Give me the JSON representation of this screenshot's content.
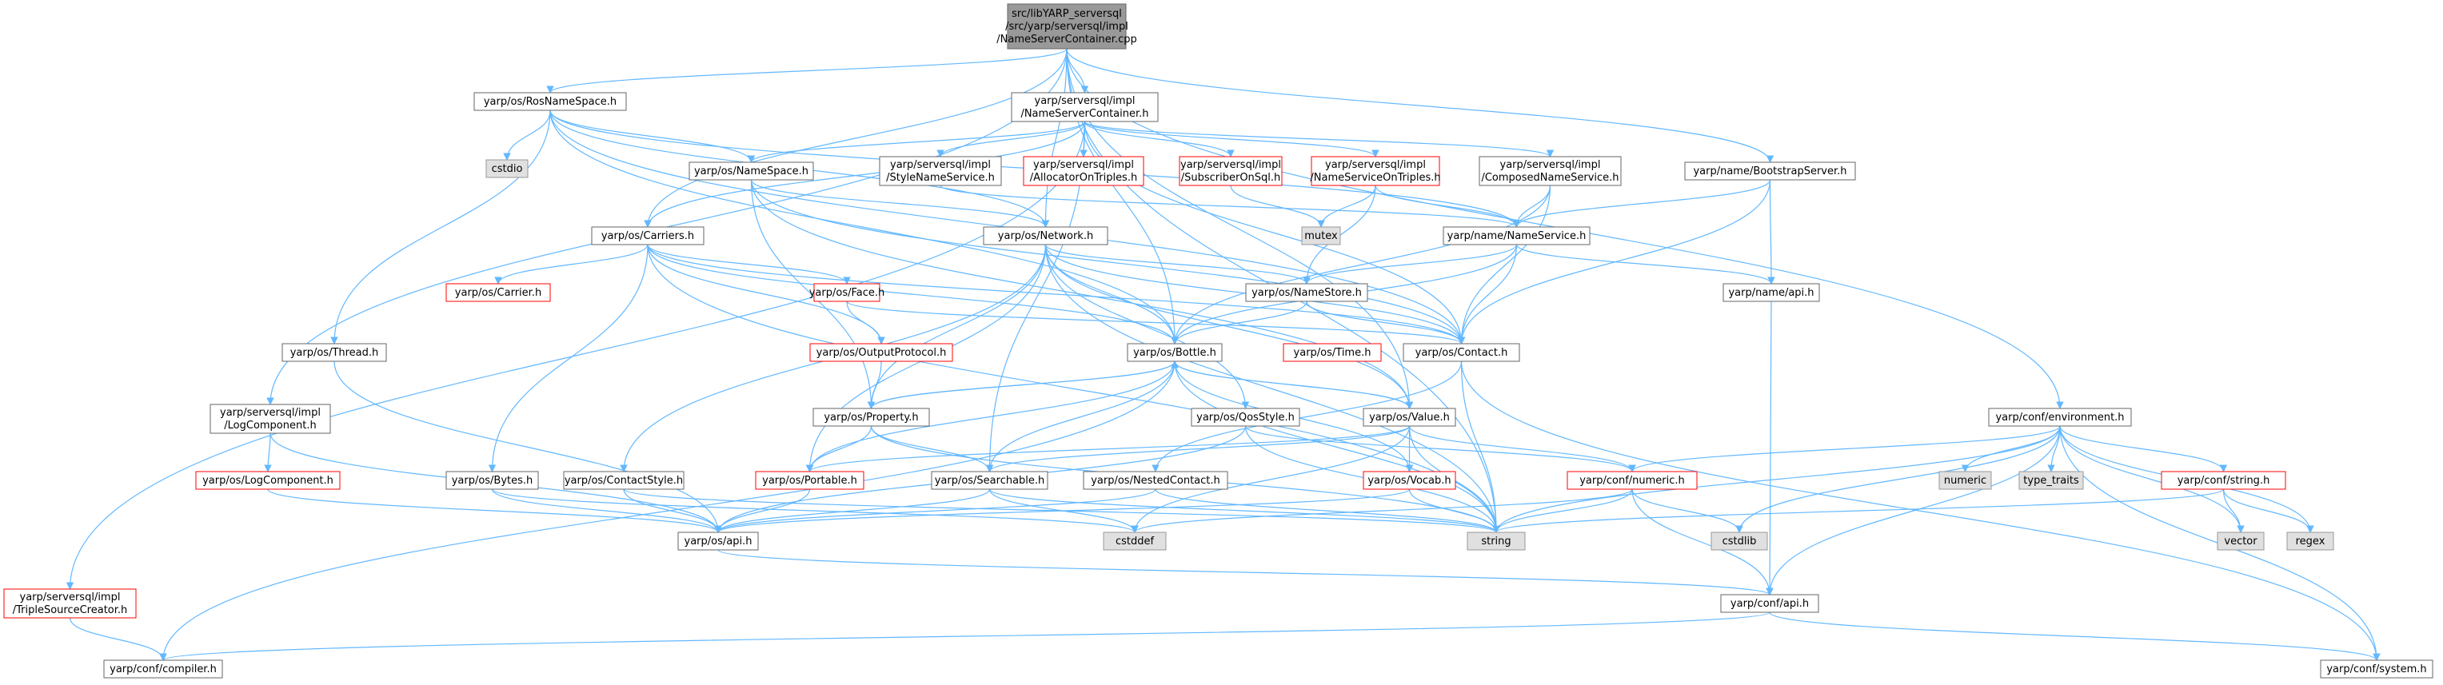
{
  "colors": {
    "edge": "#63b8ff",
    "root_fill": "#999999",
    "normal_fill": "#ffffff",
    "normal_stroke": "#666666",
    "red_stroke": "#ff0000",
    "system_fill": "#e0e0e0",
    "system_stroke": "#999999",
    "text": "#000000"
  },
  "nodes": [
    {
      "id": "root",
      "kind": "root",
      "lines": [
        "src/libYARP_serversql",
        "/src/yarp/serversql/impl",
        "/NameServerContainer.cpp"
      ]
    },
    {
      "id": "rosns",
      "kind": "normal",
      "lines": [
        "yarp/os/RosNameSpace.h"
      ]
    },
    {
      "id": "nsc",
      "kind": "normal",
      "lines": [
        "yarp/serversql/impl",
        "/NameServerContainer.h"
      ]
    },
    {
      "id": "bootstrap",
      "kind": "normal",
      "lines": [
        "yarp/name/BootstrapServer.h"
      ]
    },
    {
      "id": "cstdio",
      "kind": "system",
      "lines": [
        "cstdio"
      ]
    },
    {
      "id": "nsh",
      "kind": "normal",
      "lines": [
        "yarp/os/NameSpace.h"
      ]
    },
    {
      "id": "style",
      "kind": "normal",
      "lines": [
        "yarp/serversql/impl",
        "/StyleNameService.h"
      ]
    },
    {
      "id": "alloc",
      "kind": "red",
      "lines": [
        "yarp/serversql/impl",
        "/AllocatorOnTriples.h"
      ]
    },
    {
      "id": "sub",
      "kind": "red",
      "lines": [
        "yarp/serversql/impl",
        "/SubscriberOnSql.h"
      ]
    },
    {
      "id": "nsot",
      "kind": "red",
      "lines": [
        "yarp/serversql/impl",
        "/NameServiceOnTriples.h"
      ]
    },
    {
      "id": "comp",
      "kind": "normal",
      "lines": [
        "yarp/serversql/impl",
        "/ComposedNameService.h"
      ]
    },
    {
      "id": "mutex",
      "kind": "system",
      "lines": [
        "mutex"
      ]
    },
    {
      "id": "network",
      "kind": "normal",
      "lines": [
        "yarp/os/Network.h"
      ]
    },
    {
      "id": "carriers",
      "kind": "normal",
      "lines": [
        "yarp/os/Carriers.h"
      ]
    },
    {
      "id": "nameservice",
      "kind": "normal",
      "lines": [
        "yarp/name/NameService.h"
      ]
    },
    {
      "id": "carrier",
      "kind": "red",
      "lines": [
        "yarp/os/Carrier.h"
      ]
    },
    {
      "id": "face",
      "kind": "red",
      "lines": [
        "yarp/os/Face.h"
      ]
    },
    {
      "id": "namestore",
      "kind": "normal",
      "lines": [
        "yarp/os/NameStore.h"
      ]
    },
    {
      "id": "nameapi",
      "kind": "normal",
      "lines": [
        "yarp/name/api.h"
      ]
    },
    {
      "id": "thread",
      "kind": "normal",
      "lines": [
        "yarp/os/Thread.h"
      ]
    },
    {
      "id": "outproto",
      "kind": "red",
      "lines": [
        "yarp/os/OutputProtocol.h"
      ]
    },
    {
      "id": "bottle",
      "kind": "normal",
      "lines": [
        "yarp/os/Bottle.h"
      ]
    },
    {
      "id": "time",
      "kind": "red",
      "lines": [
        "yarp/os/Time.h"
      ]
    },
    {
      "id": "contact",
      "kind": "normal",
      "lines": [
        "yarp/os/Contact.h"
      ]
    },
    {
      "id": "logcomp",
      "kind": "normal",
      "lines": [
        "yarp/serversql/impl",
        "/LogComponent.h"
      ]
    },
    {
      "id": "property",
      "kind": "normal",
      "lines": [
        "yarp/os/Property.h"
      ]
    },
    {
      "id": "qos",
      "kind": "normal",
      "lines": [
        "yarp/os/QosStyle.h"
      ]
    },
    {
      "id": "value",
      "kind": "normal",
      "lines": [
        "yarp/os/Value.h"
      ]
    },
    {
      "id": "env",
      "kind": "normal",
      "lines": [
        "yarp/conf/environment.h"
      ]
    },
    {
      "id": "oslog",
      "kind": "red",
      "lines": [
        "yarp/os/LogComponent.h"
      ]
    },
    {
      "id": "bytes",
      "kind": "normal",
      "lines": [
        "yarp/os/Bytes.h"
      ]
    },
    {
      "id": "cstyle",
      "kind": "normal",
      "lines": [
        "yarp/os/ContactStyle.h"
      ]
    },
    {
      "id": "portable",
      "kind": "red",
      "lines": [
        "yarp/os/Portable.h"
      ]
    },
    {
      "id": "searchable",
      "kind": "normal",
      "lines": [
        "yarp/os/Searchable.h"
      ]
    },
    {
      "id": "nested",
      "kind": "normal",
      "lines": [
        "yarp/os/NestedContact.h"
      ]
    },
    {
      "id": "vocab",
      "kind": "red",
      "lines": [
        "yarp/os/Vocab.h"
      ]
    },
    {
      "id": "numeric",
      "kind": "red",
      "lines": [
        "yarp/conf/numeric.h"
      ]
    },
    {
      "id": "numeric_s",
      "kind": "system",
      "lines": [
        "numeric"
      ]
    },
    {
      "id": "typetraits",
      "kind": "system",
      "lines": [
        "type_traits"
      ]
    },
    {
      "id": "confstring",
      "kind": "red",
      "lines": [
        "yarp/conf/string.h"
      ]
    },
    {
      "id": "osapi",
      "kind": "normal",
      "lines": [
        "yarp/os/api.h"
      ]
    },
    {
      "id": "cstddef",
      "kind": "system",
      "lines": [
        "cstddef"
      ]
    },
    {
      "id": "string",
      "kind": "system",
      "lines": [
        "string"
      ]
    },
    {
      "id": "cstdlib",
      "kind": "system",
      "lines": [
        "cstdlib"
      ]
    },
    {
      "id": "vector",
      "kind": "system",
      "lines": [
        "vector"
      ]
    },
    {
      "id": "regex",
      "kind": "system",
      "lines": [
        "regex"
      ]
    },
    {
      "id": "tsc",
      "kind": "red",
      "lines": [
        "yarp/serversql/impl",
        "/TripleSourceCreator.h"
      ]
    },
    {
      "id": "confapi",
      "kind": "normal",
      "lines": [
        "yarp/conf/api.h"
      ]
    },
    {
      "id": "compiler",
      "kind": "normal",
      "lines": [
        "yarp/conf/compiler.h"
      ]
    },
    {
      "id": "system",
      "kind": "normal",
      "lines": [
        "yarp/conf/system.h"
      ]
    }
  ],
  "edges": [
    [
      "root",
      "rosns"
    ],
    [
      "root",
      "nsc"
    ],
    [
      "root",
      "bootstrap"
    ],
    [
      "root",
      "network"
    ],
    [
      "root",
      "carriers"
    ],
    [
      "root",
      "logcomp"
    ],
    [
      "root",
      "string"
    ],
    [
      "root",
      "value"
    ],
    [
      "root",
      "env"
    ],
    [
      "root",
      "bottle"
    ],
    [
      "rosns",
      "cstdio"
    ],
    [
      "rosns",
      "nsh"
    ],
    [
      "rosns",
      "thread"
    ],
    [
      "rosns",
      "network"
    ],
    [
      "rosns",
      "bottle"
    ],
    [
      "rosns",
      "contact"
    ],
    [
      "rosns",
      "nameservice"
    ],
    [
      "nsc",
      "nsh"
    ],
    [
      "nsc",
      "style"
    ],
    [
      "nsc",
      "alloc"
    ],
    [
      "nsc",
      "sub"
    ],
    [
      "nsc",
      "nsot"
    ],
    [
      "nsc",
      "comp"
    ],
    [
      "nsc",
      "contact"
    ],
    [
      "nsc",
      "tsc"
    ],
    [
      "nsc",
      "carriers"
    ],
    [
      "nsc",
      "searchable"
    ],
    [
      "bootstrap",
      "nameservice"
    ],
    [
      "bootstrap",
      "contact"
    ],
    [
      "bootstrap",
      "nameapi"
    ],
    [
      "nsh",
      "network"
    ],
    [
      "nsh",
      "contact"
    ],
    [
      "nsh",
      "value"
    ],
    [
      "nsh",
      "property"
    ],
    [
      "style",
      "nameservice"
    ],
    [
      "sub",
      "mutex"
    ],
    [
      "nsot",
      "mutex"
    ],
    [
      "nsot",
      "namestore"
    ],
    [
      "nsot",
      "nameservice"
    ],
    [
      "comp",
      "nameservice"
    ],
    [
      "comp",
      "contact"
    ],
    [
      "comp",
      "bottle"
    ],
    [
      "network",
      "namestore"
    ],
    [
      "network",
      "contact"
    ],
    [
      "network",
      "property"
    ],
    [
      "network",
      "portable"
    ],
    [
      "network",
      "value"
    ],
    [
      "network",
      "qos"
    ],
    [
      "network",
      "cstyle"
    ],
    [
      "network",
      "bottle"
    ],
    [
      "network",
      "string"
    ],
    [
      "carriers",
      "carrier"
    ],
    [
      "carriers",
      "face"
    ],
    [
      "carriers",
      "outproto"
    ],
    [
      "carriers",
      "bytes"
    ],
    [
      "carriers",
      "contact"
    ],
    [
      "carriers",
      "bottle"
    ],
    [
      "carriers",
      "string"
    ],
    [
      "nameservice",
      "namestore"
    ],
    [
      "nameservice",
      "contact"
    ],
    [
      "nameservice",
      "nameapi"
    ],
    [
      "nameservice",
      "bottle"
    ],
    [
      "face",
      "outproto"
    ],
    [
      "face",
      "contact"
    ],
    [
      "namestore",
      "contact"
    ],
    [
      "namestore",
      "bottle"
    ],
    [
      "nameapi",
      "confapi"
    ],
    [
      "thread",
      "osapi"
    ],
    [
      "outproto",
      "property"
    ],
    [
      "bottle",
      "property"
    ],
    [
      "bottle",
      "value"
    ],
    [
      "bottle",
      "searchable"
    ],
    [
      "bottle",
      "portable"
    ],
    [
      "bottle",
      "string"
    ],
    [
      "bottle",
      "vocab"
    ],
    [
      "bottle",
      "compiler"
    ],
    [
      "contact",
      "nested"
    ],
    [
      "contact",
      "string"
    ],
    [
      "contact",
      "system"
    ],
    [
      "logcomp",
      "oslog"
    ],
    [
      "logcomp",
      "osapi"
    ],
    [
      "property",
      "searchable"
    ],
    [
      "property",
      "portable"
    ],
    [
      "property",
      "string"
    ],
    [
      "property",
      "bottle"
    ],
    [
      "qos",
      "numeric"
    ],
    [
      "qos",
      "string"
    ],
    [
      "qos",
      "osapi"
    ],
    [
      "value",
      "searchable"
    ],
    [
      "value",
      "portable"
    ],
    [
      "value",
      "vocab"
    ],
    [
      "value",
      "numeric"
    ],
    [
      "value",
      "string"
    ],
    [
      "value",
      "cstddef"
    ],
    [
      "value",
      "bottle"
    ],
    [
      "env",
      "numeric"
    ],
    [
      "env",
      "numeric_s"
    ],
    [
      "env",
      "typetraits"
    ],
    [
      "env",
      "confstring"
    ],
    [
      "env",
      "string"
    ],
    [
      "env",
      "cstdlib"
    ],
    [
      "env",
      "vector"
    ],
    [
      "env",
      "regex"
    ],
    [
      "env",
      "confapi"
    ],
    [
      "env",
      "system"
    ],
    [
      "oslog",
      "osapi"
    ],
    [
      "bytes",
      "osapi"
    ],
    [
      "bytes",
      "cstddef"
    ],
    [
      "cstyle",
      "osapi"
    ],
    [
      "cstyle",
      "string"
    ],
    [
      "portable",
      "osapi"
    ],
    [
      "searchable",
      "osapi"
    ],
    [
      "searchable",
      "string"
    ],
    [
      "searchable",
      "cstddef"
    ],
    [
      "nested",
      "osapi"
    ],
    [
      "nested",
      "string"
    ],
    [
      "vocab",
      "string"
    ],
    [
      "vocab",
      "osapi"
    ],
    [
      "numeric",
      "string"
    ],
    [
      "numeric",
      "cstdlib"
    ],
    [
      "numeric",
      "cstddef"
    ],
    [
      "numeric",
      "confapi"
    ],
    [
      "confstring",
      "string"
    ],
    [
      "confstring",
      "vector"
    ],
    [
      "confstring",
      "regex"
    ],
    [
      "osapi",
      "confapi"
    ],
    [
      "tsc",
      "compiler"
    ],
    [
      "confapi",
      "compiler"
    ],
    [
      "confapi",
      "system"
    ]
  ]
}
